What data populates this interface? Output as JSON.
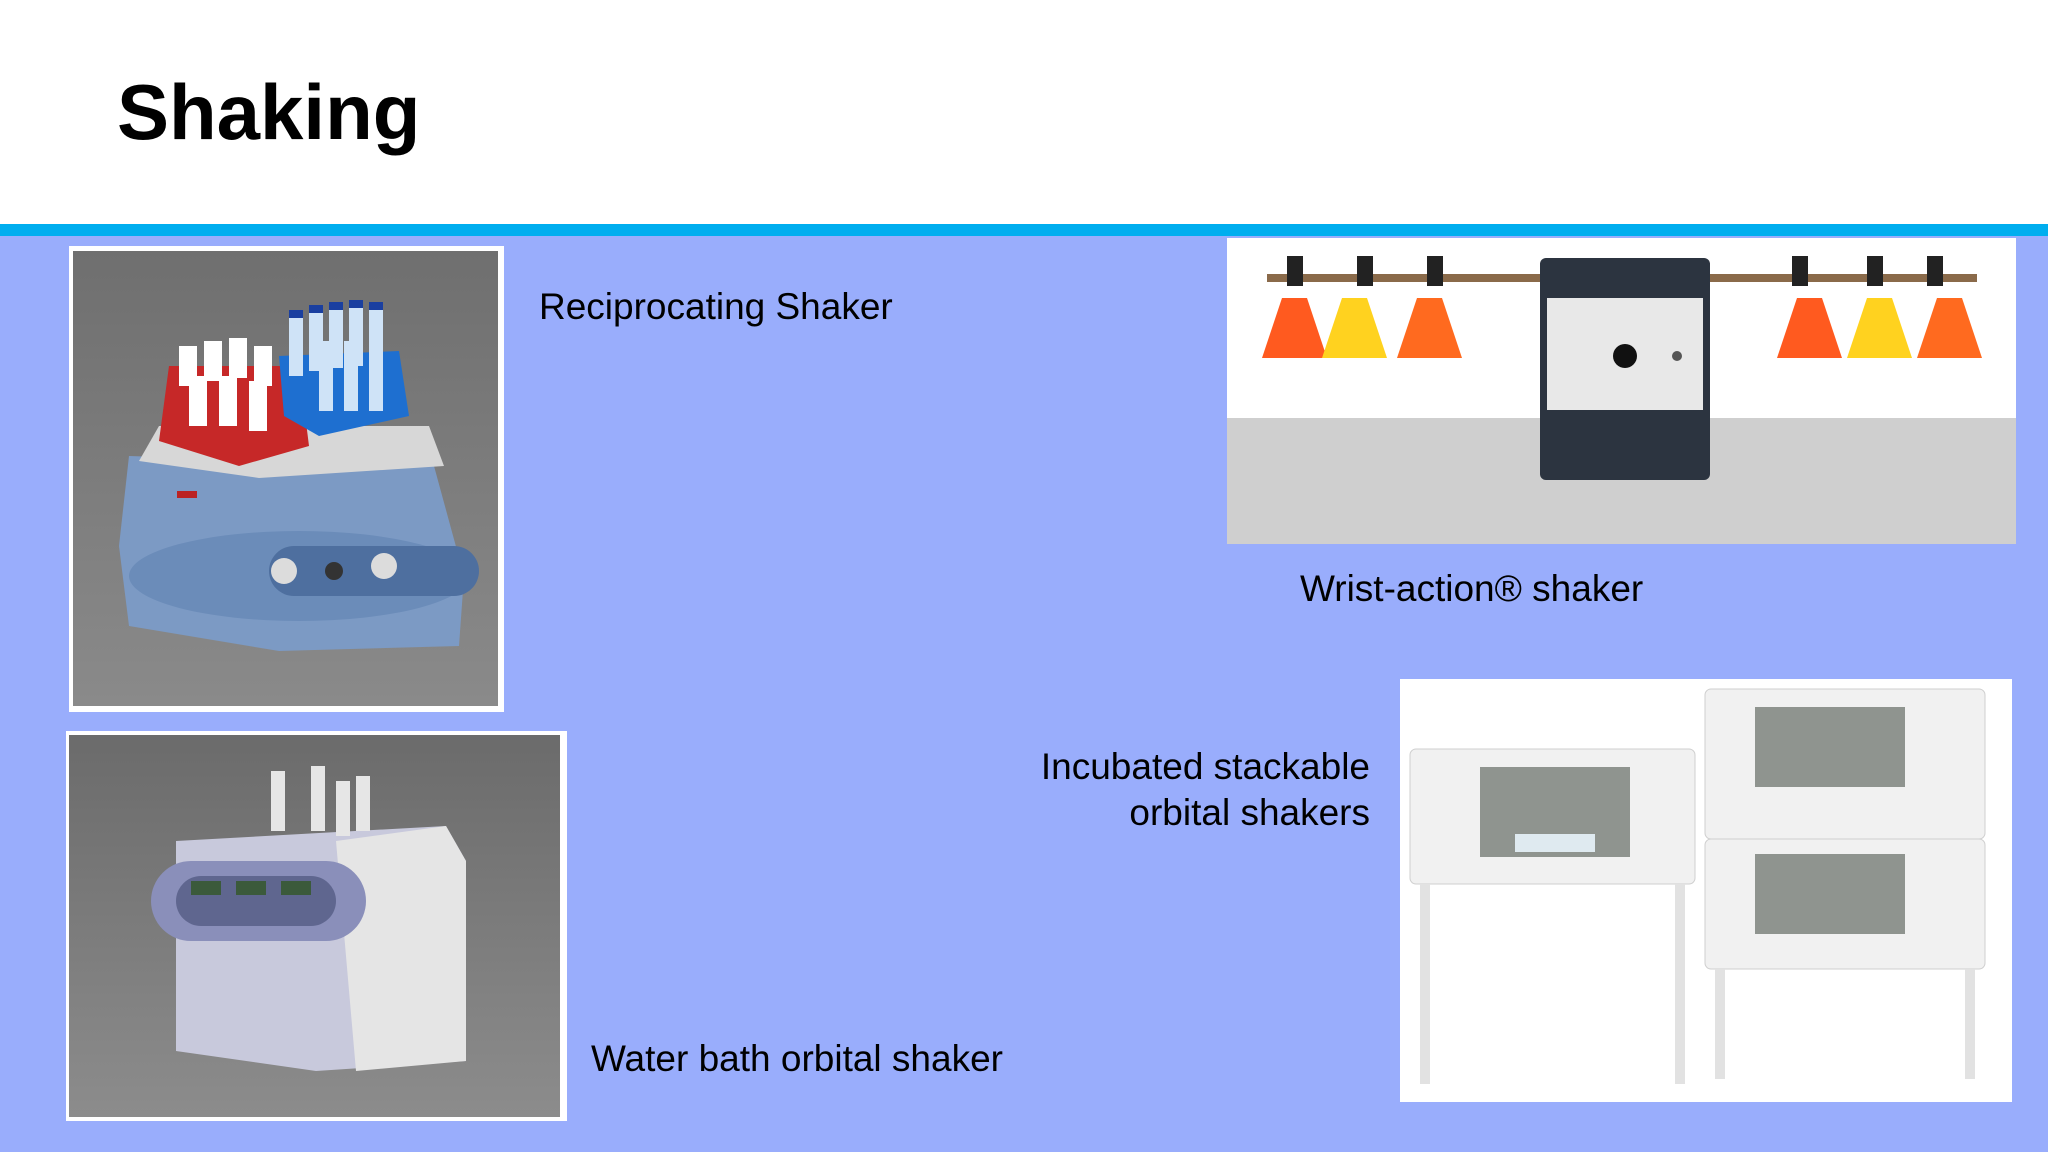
{
  "slide": {
    "title": "Shaking"
  },
  "items": {
    "reciprocating": {
      "caption": "Reciprocating Shaker"
    },
    "wrist": {
      "caption": "Wrist-action® shaker"
    },
    "incubated": {
      "caption_line1": "Incubated stackable",
      "caption_line2": "orbital shakers"
    },
    "waterbath": {
      "caption": "Water bath orbital shaker"
    }
  },
  "colors": {
    "accent_rule": "#00aeef",
    "content_bg": "#99adfc"
  }
}
